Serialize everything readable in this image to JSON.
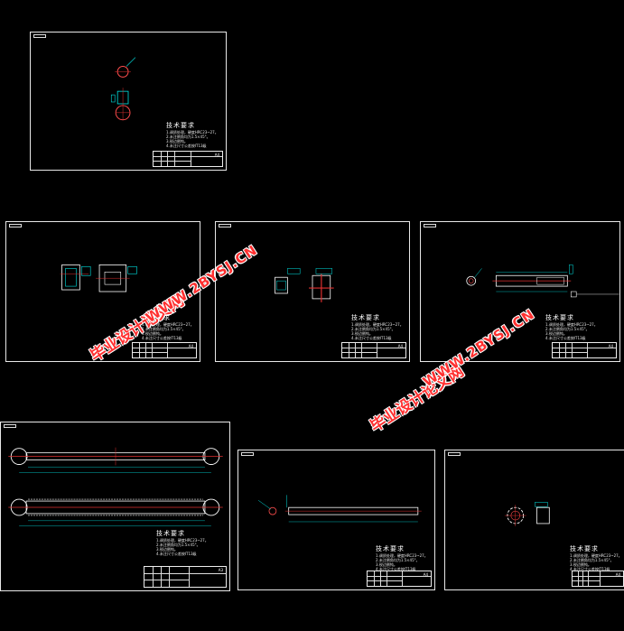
{
  "sheets": [
    {
      "id": "s1",
      "note_title": "技术要求",
      "note_lines": [
        "1.调质处理，硬度HRC23~27。",
        "2.未注倒角均为1.5×45°。",
        "3.锐边倒钝。",
        "4.未注尺寸公差按IT13级"
      ],
      "title_label": "A4"
    },
    {
      "id": "s2",
      "note_title": "技术要求",
      "note_lines": [
        "1.调质处理，硬度HRC23~27。",
        "2.未注倒角均为1.5×45°。",
        "3.锐边倒钝。",
        "4.未注尺寸公差按IT13级"
      ],
      "title_label": "A4"
    },
    {
      "id": "s3",
      "note_title": "技术要求",
      "note_lines": [
        "1.调质处理，硬度HRC23~27。",
        "2.未注倒角均为1.5×45°。",
        "3.锐边倒钝。",
        "4.未注尺寸公差按IT13级"
      ],
      "title_label": "A4"
    },
    {
      "id": "s4",
      "note_title": "技术要求",
      "note_lines": [
        "1.调质处理，硬度HRC23~27。",
        "2.未注倒角均为1.5×45°。",
        "3.锐边倒钝。",
        "4.未注尺寸公差按IT13级"
      ],
      "title_label": "A4"
    },
    {
      "id": "s5",
      "note_title": "技术要求",
      "note_lines": [
        "1.调质处理，硬度HRC23~27。",
        "2.未注倒角均为1.5×45°。",
        "3.锐边倒钝。",
        "4.未注尺寸公差按IT13级"
      ],
      "title_label": "A3"
    },
    {
      "id": "s6",
      "note_title": "技术要求",
      "note_lines": [
        "1.调质处理，硬度HRC23~27。",
        "2.未注倒角均为1.5×45°。",
        "3.锐边倒钝。",
        "4.未注尺寸公差按IT13级"
      ],
      "title_label": "A4"
    },
    {
      "id": "s7",
      "note_title": "技术要求",
      "note_lines": [
        "1.调质处理，硬度HRC23~27。",
        "2.未注倒角均为1.5×45°。",
        "3.锐边倒钝。",
        "4.未注尺寸公差按IT13级"
      ],
      "title_label": "A4"
    }
  ],
  "watermarks": [
    {
      "cn": "毕业设计论文网",
      "url": "WWW.2BYSJ.CN"
    },
    {
      "cn": "毕业设计论文网",
      "url": "WWW.2BYSJ.CN"
    }
  ],
  "colors": {
    "line": "#ffffff",
    "part": "#ff4d4d",
    "dim": "#00e5e5",
    "center": "#e03030",
    "watermark": "#ff3030"
  }
}
